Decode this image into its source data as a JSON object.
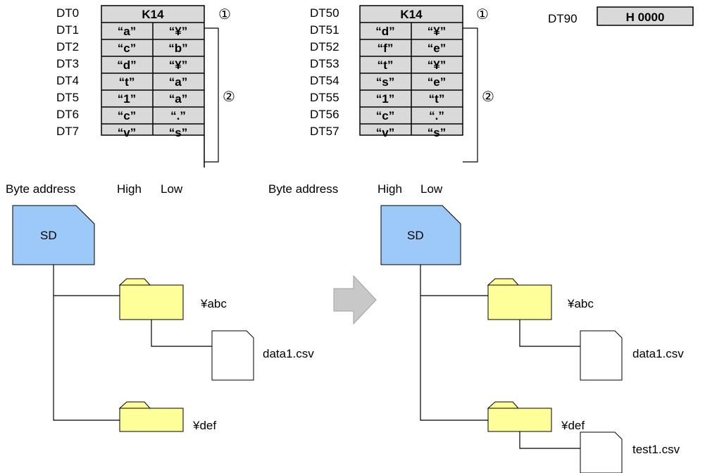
{
  "left_table": {
    "labels": [
      "DT0",
      "DT1",
      "DT2",
      "DT3",
      "DT4",
      "DT5",
      "DT6",
      "DT7"
    ],
    "header": "K14",
    "rows": [
      [
        "“a”",
        "“¥”"
      ],
      [
        "“c”",
        "“b”"
      ],
      [
        "“d”",
        "“¥”"
      ],
      [
        "“t”",
        "“a”"
      ],
      [
        "“1”",
        "“a”"
      ],
      [
        "“c”",
        "“.”"
      ],
      [
        "“v”",
        "“s”"
      ]
    ],
    "marker1": "①",
    "marker2": "②",
    "footer": {
      "byte_address": "Byte address",
      "high": "High",
      "low": "Low"
    }
  },
  "right_table": {
    "labels": [
      "DT50",
      "DT51",
      "DT52",
      "DT53",
      "DT54",
      "DT55",
      "DT56",
      "DT57"
    ],
    "header": "K14",
    "rows": [
      [
        "“d”",
        "“¥”"
      ],
      [
        "“f”",
        "“e”"
      ],
      [
        "“t”",
        "“¥”"
      ],
      [
        "“s”",
        "“e”"
      ],
      [
        "“1”",
        "“t”"
      ],
      [
        "“c”",
        "“.”"
      ],
      [
        "“v”",
        "“s”"
      ]
    ],
    "marker1": "①",
    "marker2": "②",
    "footer": {
      "byte_address": "Byte address",
      "high": "High",
      "low": "Low"
    }
  },
  "dt90": {
    "label": "DT90",
    "value": "H 0000"
  },
  "left_tree": {
    "sd": "SD",
    "folder1": "¥abc",
    "file1": "data1.csv",
    "folder2": "¥def"
  },
  "right_tree": {
    "sd": "SD",
    "folder1": "¥abc",
    "file1": "data1.csv",
    "folder2": "¥def",
    "file2": "test1.csv"
  },
  "colors": {
    "cell_fill": "#d9d9d9",
    "sd_fill": "#9cc9f7",
    "folder_fill": "#ffff99",
    "arrow_fill": "#c8c8c8"
  }
}
